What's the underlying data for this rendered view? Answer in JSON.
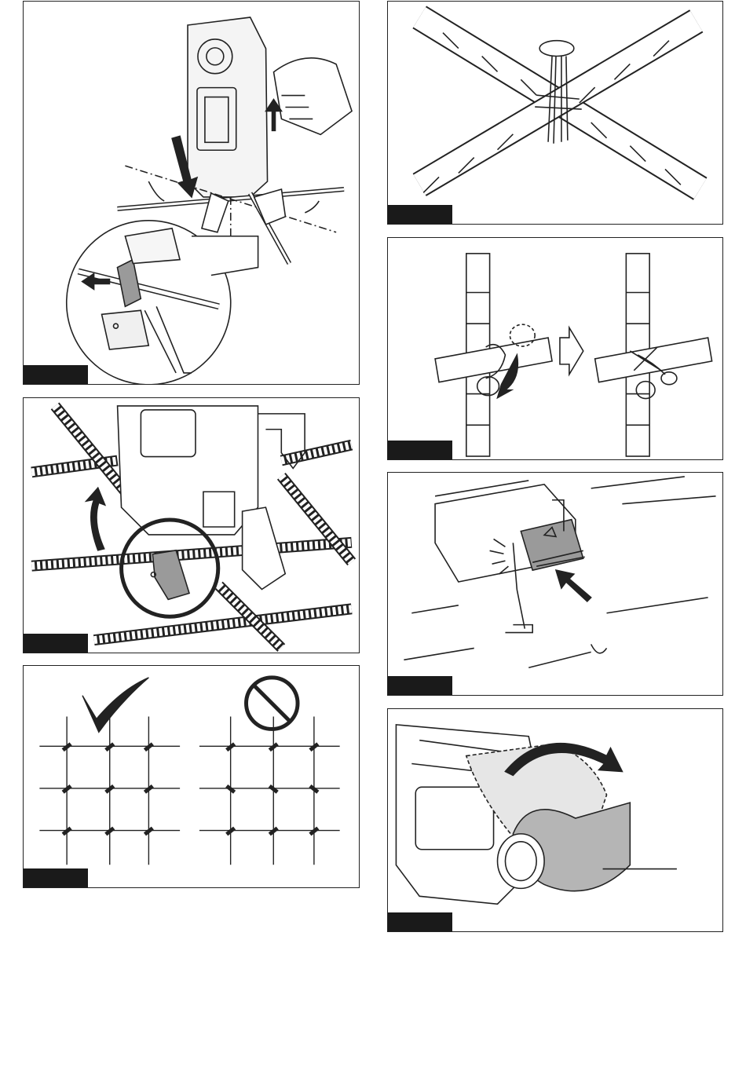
{
  "panels": [
    {
      "id": "fig-a",
      "description_icon": "tool-cutter-icon"
    },
    {
      "id": "fig-b",
      "description_icon": "wire-tie-icon"
    },
    {
      "id": "fig-c",
      "description_icon": "tie-twist-icon"
    },
    {
      "id": "fig-d",
      "description_icon": "tool-rebar-grid-icon"
    },
    {
      "id": "fig-e",
      "description_icon": "release-lever-icon"
    },
    {
      "id": "fig-f",
      "description_icon": "correct-grid-icon"
    },
    {
      "id": "fig-g",
      "description_icon": "cover-rotate-icon"
    }
  ],
  "colors": {
    "stroke": "#222222",
    "fill_gray": "#9a9a9a",
    "fill_light": "#d9d9d9",
    "tab": "#1a1a1a"
  }
}
